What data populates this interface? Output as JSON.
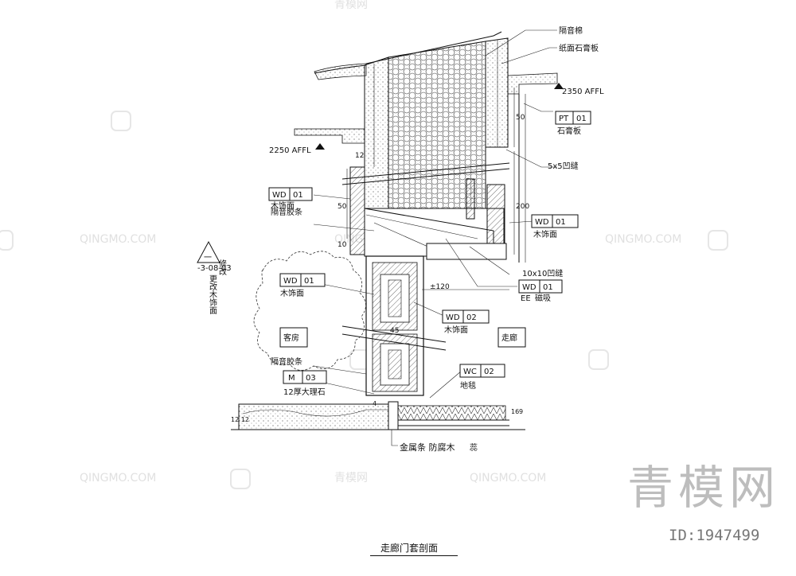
{
  "drawing": {
    "title": "走廊门套剖面",
    "levels": {
      "upper": "2350 AFFL",
      "lower": "2250 AFFL"
    },
    "dimensions": {
      "d50a": "50",
      "d12": "12",
      "d50b": "50",
      "d200": "200",
      "d10": "10",
      "d120": "±120",
      "d45": "45",
      "d4": "4",
      "d16": "16",
      "d9": "9",
      "d1212": "12 12"
    },
    "rooms": {
      "guest": "客房",
      "corridor": "走廊"
    },
    "revision": {
      "mark": "一",
      "note1": "修改",
      "note2": "-3-08-03",
      "note3": "更改木饰面"
    },
    "labels": {
      "insulation": "隔音棉",
      "gypsum_top": "纸面石膏板",
      "gypsum_right": "石膏板",
      "groove5": "5x5凹缝",
      "groove10": "10x10凹缝",
      "seal1": "隔音胶条",
      "seal2": "隔音胶条",
      "wood1": "木饰面",
      "wood2": "木饰面",
      "wood3": "木饰面",
      "wood4": "木饰面",
      "marble": "12厚大理石",
      "carpet": "地毯",
      "ee": "EE",
      "misc": "磁吸",
      "bottom": "金属条 防腐木",
      "bottom2": "蕊"
    },
    "tags": [
      {
        "code": "PT",
        "num": "01"
      },
      {
        "code": "WD",
        "num": "01"
      },
      {
        "code": "WD",
        "num": "01"
      },
      {
        "code": "WD",
        "num": "01"
      },
      {
        "code": "WD",
        "num": "01"
      },
      {
        "code": "WD",
        "num": "02"
      },
      {
        "code": "M",
        "num": "03"
      },
      {
        "code": "WC",
        "num": "02"
      }
    ]
  },
  "watermark": {
    "text": "QINGMO.COM",
    "text_cn": "青模网"
  },
  "brand": {
    "name": "青模网",
    "id": "ID:1947499"
  }
}
